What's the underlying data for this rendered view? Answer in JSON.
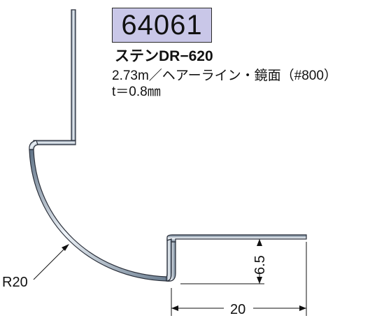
{
  "product": {
    "code": "64061",
    "name": "ステンDR−620",
    "length_finish": "2.73m／ヘアーライン・鏡面（#800）",
    "thickness": "t＝0.8㎜"
  },
  "dimensions": {
    "radius": "R20",
    "height": "6.5",
    "width": "20"
  },
  "colors": {
    "badge_background": "#c9c7e8",
    "profile_outline": "#2a2f3a",
    "profile_dark": "#5f7286",
    "profile_light": "#f2f6fa"
  }
}
